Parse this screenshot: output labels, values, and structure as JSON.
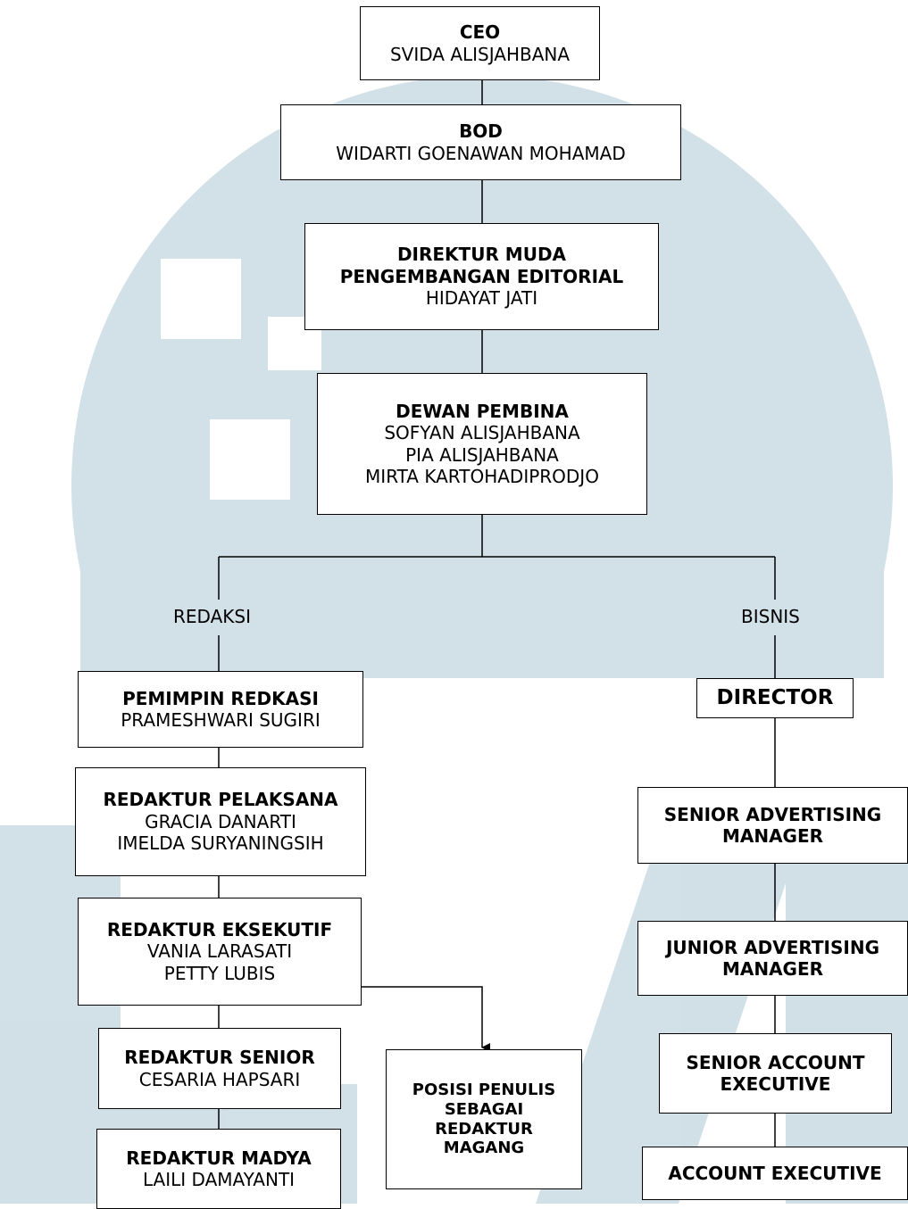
{
  "colors": {
    "watermark": "#b4cbd8",
    "line": "#000000",
    "box_border": "#000000"
  },
  "nodes": {
    "ceo": {
      "title": "CEO",
      "names": [
        "SVIDA ALISJAHBANA"
      ]
    },
    "bod": {
      "title": "BOD",
      "names": [
        "WIDARTI GOENAWAN MOHAMAD"
      ]
    },
    "direktur_muda": {
      "title": [
        "DIREKTUR MUDA",
        "PENGEMBANGAN EDITORIAL"
      ],
      "names": [
        "HIDAYAT JATI"
      ]
    },
    "dewan_pembina": {
      "title": "DEWAN PEMBINA",
      "names": [
        "SOFYAN ALISJAHBANA",
        "PIA ALISJAHBANA",
        "MIRTA KARTOHADIPRODJO"
      ]
    },
    "pemimpin_redaksi": {
      "title": "PEMIMPIN REDKASI",
      "names": [
        "PRAMESHWARI SUGIRI"
      ]
    },
    "redaktur_pelaksana": {
      "title": "REDAKTUR PELAKSANA",
      "names": [
        "GRACIA DANARTI",
        "IMELDA SURYANINGSIH"
      ]
    },
    "redaktur_eksekutif": {
      "title": "REDAKTUR EKSEKUTIF",
      "names": [
        "VANIA LARASATI",
        "PETTY LUBIS"
      ]
    },
    "redaktur_senior": {
      "title": "REDAKTUR SENIOR",
      "names": [
        "CESARIA HAPSARI"
      ]
    },
    "redaktur_madya": {
      "title": "REDAKTUR MADYA",
      "names": [
        "LAILI DAMAYANTI"
      ]
    },
    "posisi_penulis": {
      "title": [
        "POSISI PENULIS",
        "SEBAGAI",
        "REDAKTUR",
        "MAGANG"
      ]
    },
    "director": {
      "title": "DIRECTOR"
    },
    "senior_adv_manager": {
      "title": [
        "SENIOR ADVERTISING",
        "MANAGER"
      ]
    },
    "junior_adv_manager": {
      "title": [
        "JUNIOR ADVERTISING",
        "MANAGER"
      ]
    },
    "senior_account_exec": {
      "title": [
        "SENIOR ACCOUNT",
        "EXECUTIVE"
      ]
    },
    "account_exec": {
      "title": "ACCOUNT EXECUTIVE"
    }
  },
  "branches": {
    "left": "REDAKSI",
    "right": "BISNIS"
  }
}
